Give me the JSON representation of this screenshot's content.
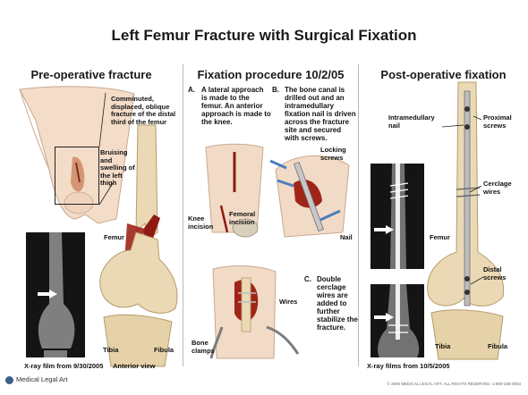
{
  "title": "Left Femur Fracture with Surgical Fixation",
  "panels": {
    "pre": {
      "heading": "Pre-operative fracture",
      "fracture_label": "Comminuted, displaced, oblique fracture of the distal third of the femur",
      "bruising_label": "Bruising and swelling of the left thigh",
      "femur_label": "Femur",
      "tibia_label": "Tibia",
      "fibula_label": "Fibula",
      "xray_caption": "X-ray film from 9/30/2005",
      "view_caption": "Anterior view"
    },
    "procedure": {
      "heading": "Fixation procedure 10/2/05",
      "step_a_letter": "A.",
      "step_a": "A lateral approach is made to the femur. An anterior approach is made to the knee.",
      "step_b_letter": "B.",
      "step_b": "The bone canal is drilled out and an intramedullary fixation nail is driven across the fracture site and secured with screws.",
      "step_c_letter": "C.",
      "step_c": "Double cerclage wires are added to further stabilize the fracture.",
      "knee_incision_label": "Knee incision",
      "femoral_incision_label": "Femoral incision",
      "locking_screws_label": "Locking screws",
      "nail_label": "Nail",
      "wires_label": "Wires",
      "bone_clamps_label": "Bone clamps"
    },
    "post": {
      "heading": "Post-operative fixation",
      "nail_label": "Intramedullary nail",
      "proximal_label": "Proximal screws",
      "cerclage_label": "Cerclage wires",
      "femur_label": "Femur",
      "distal_label": "Distal screws",
      "tibia_label": "Tibia",
      "fibula_label": "Fibula",
      "xray_caption": "X-ray films from 10/5/2005"
    }
  },
  "footer": {
    "brand": "Medical Legal Art",
    "copyright": "© 2006 MEDICAL LEGAL ART. ALL RIGHTS RESERVED. 1-800-338-0004"
  },
  "colors": {
    "bone": "#ead9b4",
    "skin": "#f1dac6",
    "blood": "#8e1a12",
    "xray": "#141414",
    "arrow": "#ffffff"
  }
}
